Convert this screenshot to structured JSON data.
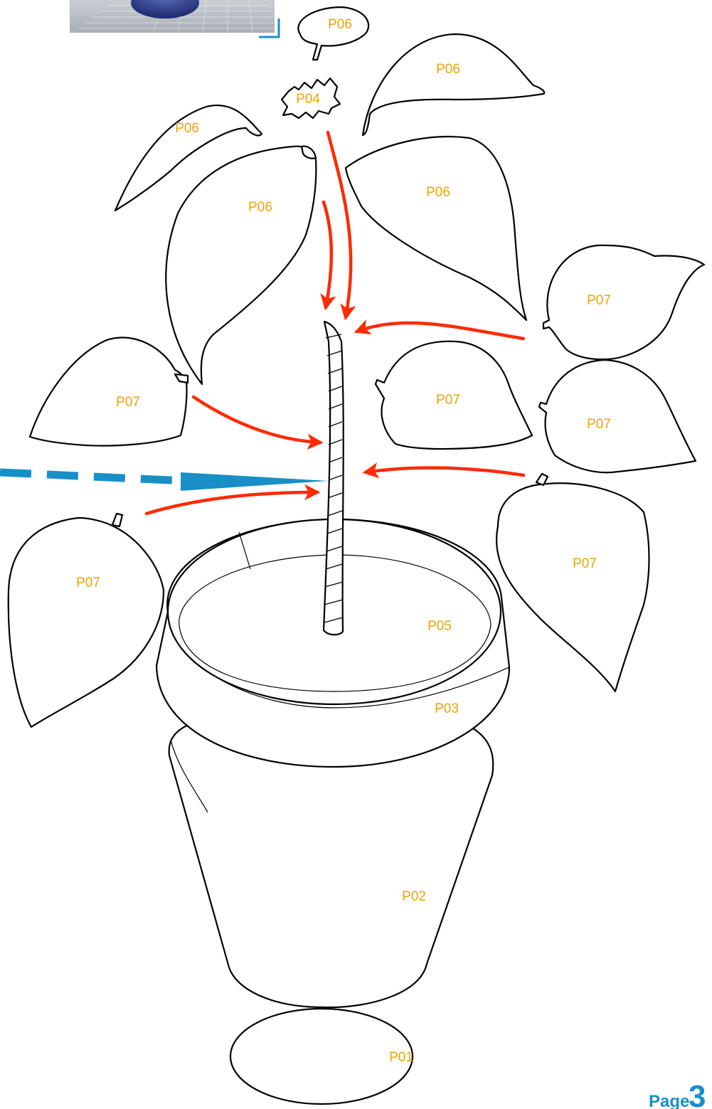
{
  "colors": {
    "label": "#f2a100",
    "arrow": "#ff2a00",
    "guide": "#1a8fc7",
    "page": "#1a8fc7",
    "outline": "#000000"
  },
  "parts": {
    "p01": "P01",
    "p02": "P02",
    "p03": "P03",
    "p04": "P04",
    "p05": "P05",
    "p06": "P06",
    "p07": "P07"
  },
  "footer": {
    "page_word": "Page",
    "page_number": "3"
  },
  "thumbnail": {
    "description_icon": "model-photo-icon"
  }
}
